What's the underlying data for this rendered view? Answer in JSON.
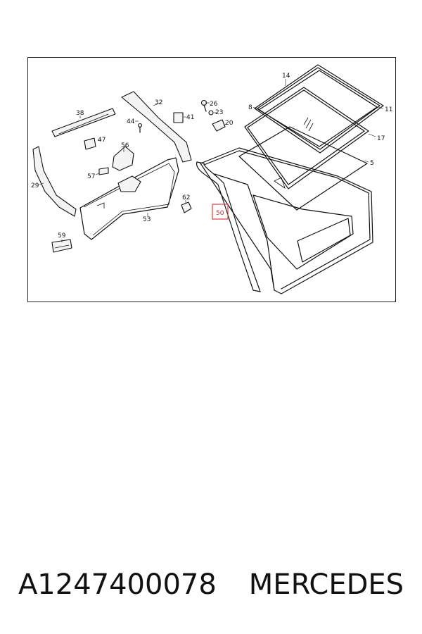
{
  "diagram": {
    "callouts": {
      "c14": "14",
      "c8": "8",
      "c11": "11",
      "c17": "17",
      "c5": "5",
      "c32": "32",
      "c26": "26",
      "c23": "23",
      "c20": "20",
      "c41": "41",
      "c38": "38",
      "c44": "44",
      "c47": "47",
      "c56": "56",
      "c57": "57",
      "c29": "29",
      "c62": "62",
      "c53": "53",
      "c50": "50",
      "c59": "59"
    },
    "highlighted_callout": "50",
    "highlight_color": "#e03c3c"
  },
  "caption": {
    "part_number": "A1247400078",
    "brand": "MERCEDES"
  }
}
